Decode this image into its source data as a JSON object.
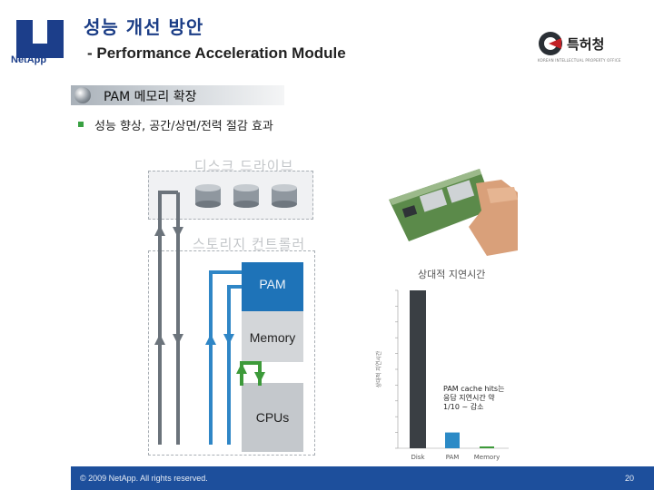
{
  "header": {
    "logo_text": "NetApp",
    "title": "성능 개선 방안",
    "subtitle": "- Performance Acceleration Module",
    "partner_logo_text": "특허청",
    "partner_logo_subtext": "KOREAN INTELLECTUAL PROPERTY OFFICE"
  },
  "section": {
    "heading": "PAM 메모리 확장",
    "bullets": [
      "성능 향상, 공간/상면/전력 절감 효과"
    ]
  },
  "diagram": {
    "disk_label": "디스크 드라이브",
    "controller_label": "스토리지 컨트롤러",
    "blocks": [
      {
        "label": "PAM",
        "color": "#1e73b8"
      },
      {
        "label": "Memory",
        "color": "#d3d6d9"
      },
      {
        "label": "CPUs",
        "color": "#c4c8cc"
      }
    ],
    "colors": {
      "outer_path": "#6b737b",
      "pam_path": "#2f86c6",
      "memory_path": "#3d9a3a"
    }
  },
  "chart_data": {
    "type": "bar",
    "title": "상대적 지연시간",
    "categories": [
      "Disk",
      "PAM",
      "Memory"
    ],
    "values": [
      100,
      10,
      1
    ],
    "ylim": [
      0,
      100
    ],
    "ylabel": "상대적 지연시간",
    "colors": [
      "#3a3f44",
      "#2b8ac6",
      "#3d9a3a"
    ],
    "annotation": [
      "PAM cache hits는",
      "응답 지연시간 약",
      "1/10 ~ 감소"
    ]
  },
  "footer": {
    "copyright": "© 2009 NetApp.  All rights reserved.",
    "page_number": "20"
  }
}
